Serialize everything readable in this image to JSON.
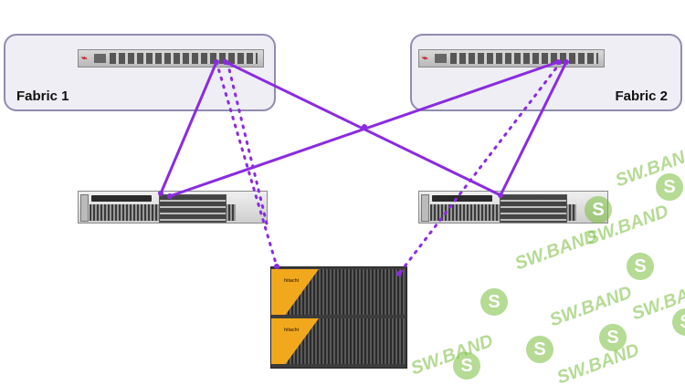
{
  "fabrics": [
    {
      "label": "Fabric 1"
    },
    {
      "label": "Fabric 2"
    }
  ],
  "switch": {
    "logo_icon": "brocade-logo-icon"
  },
  "storage": {
    "brand": "hitachi"
  },
  "watermark": {
    "text": "SW.BAND",
    "icon": "S"
  },
  "colors": {
    "link": "#8a2be2",
    "fabric_border": "#8f8cb0",
    "fabric_fill": "#efeef5",
    "storage_bezel": "#f2a81d",
    "watermark": "#78be3c"
  }
}
